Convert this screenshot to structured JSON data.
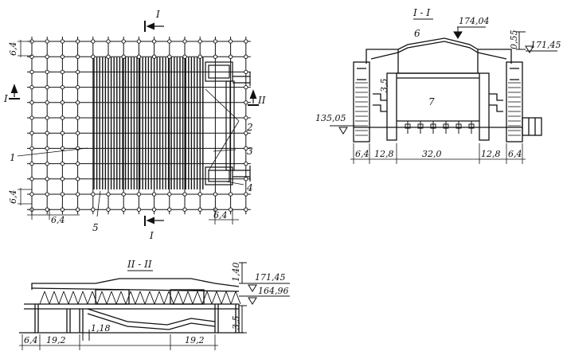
{
  "plan": {
    "section_mark_top": "I",
    "section_mark_bottom": "I",
    "section_mark_left": "I",
    "section_mark_right": "II",
    "dim_top_left": "6,4",
    "dim_bottom_left_vertical": "6,4",
    "dim_bottom_left": "6,4",
    "dim_bottom_right": "6,4",
    "callouts": [
      "1",
      "2",
      "3",
      "4",
      "5"
    ]
  },
  "section_1": {
    "title": "I - I",
    "elev_roof": "174,04",
    "elev_right": "171,45",
    "elev_left": "135,05",
    "dim_vertical_right": "0,55",
    "dim_vertical_inner": "3,5",
    "label_roof": "6",
    "label_hall": "7",
    "spans": [
      "6,4",
      "12,8",
      "32,0",
      "12,8",
      "6,4"
    ]
  },
  "section_2": {
    "title": "II - II",
    "elev_top": "171,45",
    "elev_bottom": "164,96",
    "dim_vertical_top": "1,40",
    "dim_vertical_bottom": "3,5",
    "dim_ramp": "1,18",
    "spans_left": [
      "6,4",
      "19,2"
    ],
    "span_right": "19,2"
  }
}
